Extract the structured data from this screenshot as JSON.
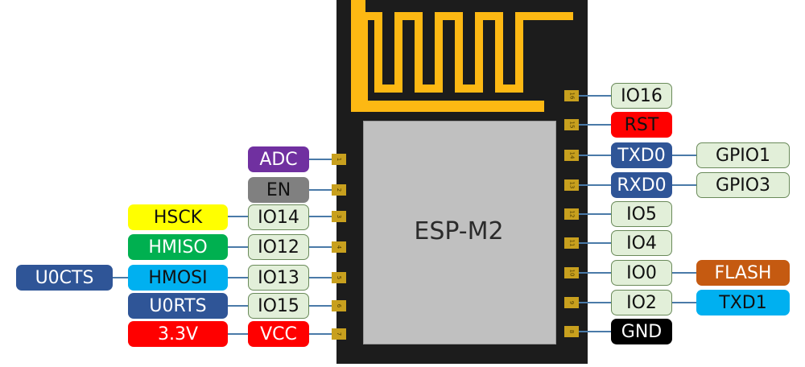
{
  "module": {
    "name": "ESP-M2"
  },
  "colors": {
    "board": "#1c1c1c",
    "shield": "#c0c0c0",
    "antenna": "#fdb813",
    "pad": "#c8a01e",
    "wire": "#4a7aa8"
  },
  "pins": {
    "p1": "1",
    "p2": "2",
    "p3": "3",
    "p4": "4",
    "p5": "5",
    "p6": "6",
    "p7": "7",
    "p8": "8",
    "p9": "9",
    "p10": "10",
    "p11": "11",
    "p12": "12",
    "p13": "13",
    "p14": "14",
    "p15": "15",
    "p16": "16"
  },
  "left_labels": {
    "adc": "ADC",
    "en": "EN",
    "hsck": "HSCK",
    "io14": "IO14",
    "hmiso": "HMISO",
    "io12": "IO12",
    "u0cts": "U0CTS",
    "hmosi": "HMOSI",
    "io13": "IO13",
    "u0rts": "U0RTS",
    "io15": "IO15",
    "v33": "3.3V",
    "vcc": "VCC"
  },
  "right_labels": {
    "io16": "IO16",
    "rst": "RST",
    "txd0": "TXD0",
    "gpio1": "GPIO1",
    "rxd0": "RXD0",
    "gpio3": "GPIO3",
    "io5": "IO5",
    "io4": "IO4",
    "io0": "IO0",
    "flash": "FLASH",
    "io2": "IO2",
    "txd1": "TXD1",
    "gnd": "GND"
  }
}
